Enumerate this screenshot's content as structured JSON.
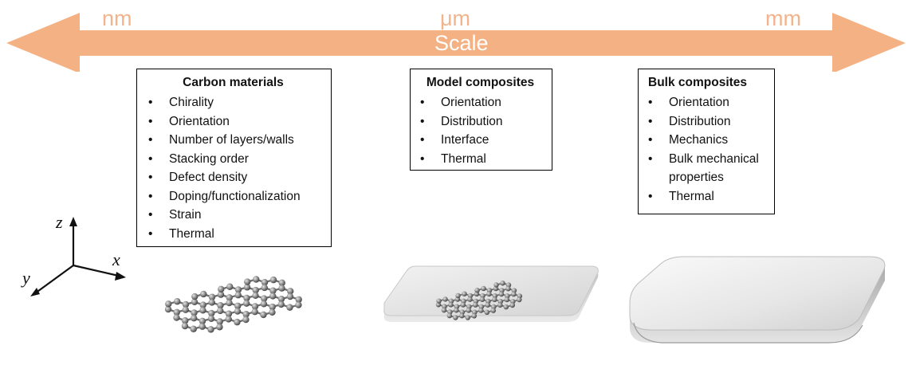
{
  "scale": {
    "left_label": "nm",
    "center_label_top": "μm",
    "center_label": "Scale",
    "right_label": "mm",
    "arrow_color": "#f4b183"
  },
  "cards": {
    "carbon": {
      "title": "Carbon materials",
      "items": [
        "Chirality",
        "Orientation",
        "Number of layers/walls",
        "Stacking order",
        "Defect density",
        "Doping/functionalization",
        "Strain",
        "Thermal"
      ]
    },
    "model": {
      "title": "Model composites",
      "items": [
        "Orientation",
        "Distribution",
        "Interface",
        "Thermal"
      ]
    },
    "bulk": {
      "title": "Bulk composites",
      "items": [
        "Orientation",
        "Distribution",
        "Mechanics",
        "Bulk mechanical properties",
        "Thermal"
      ]
    }
  },
  "axes": {
    "x": "x",
    "y": "y",
    "z": "z"
  },
  "illustrations": [
    "graphene-lattice",
    "model-composite-slab",
    "bulk-composite-block"
  ]
}
